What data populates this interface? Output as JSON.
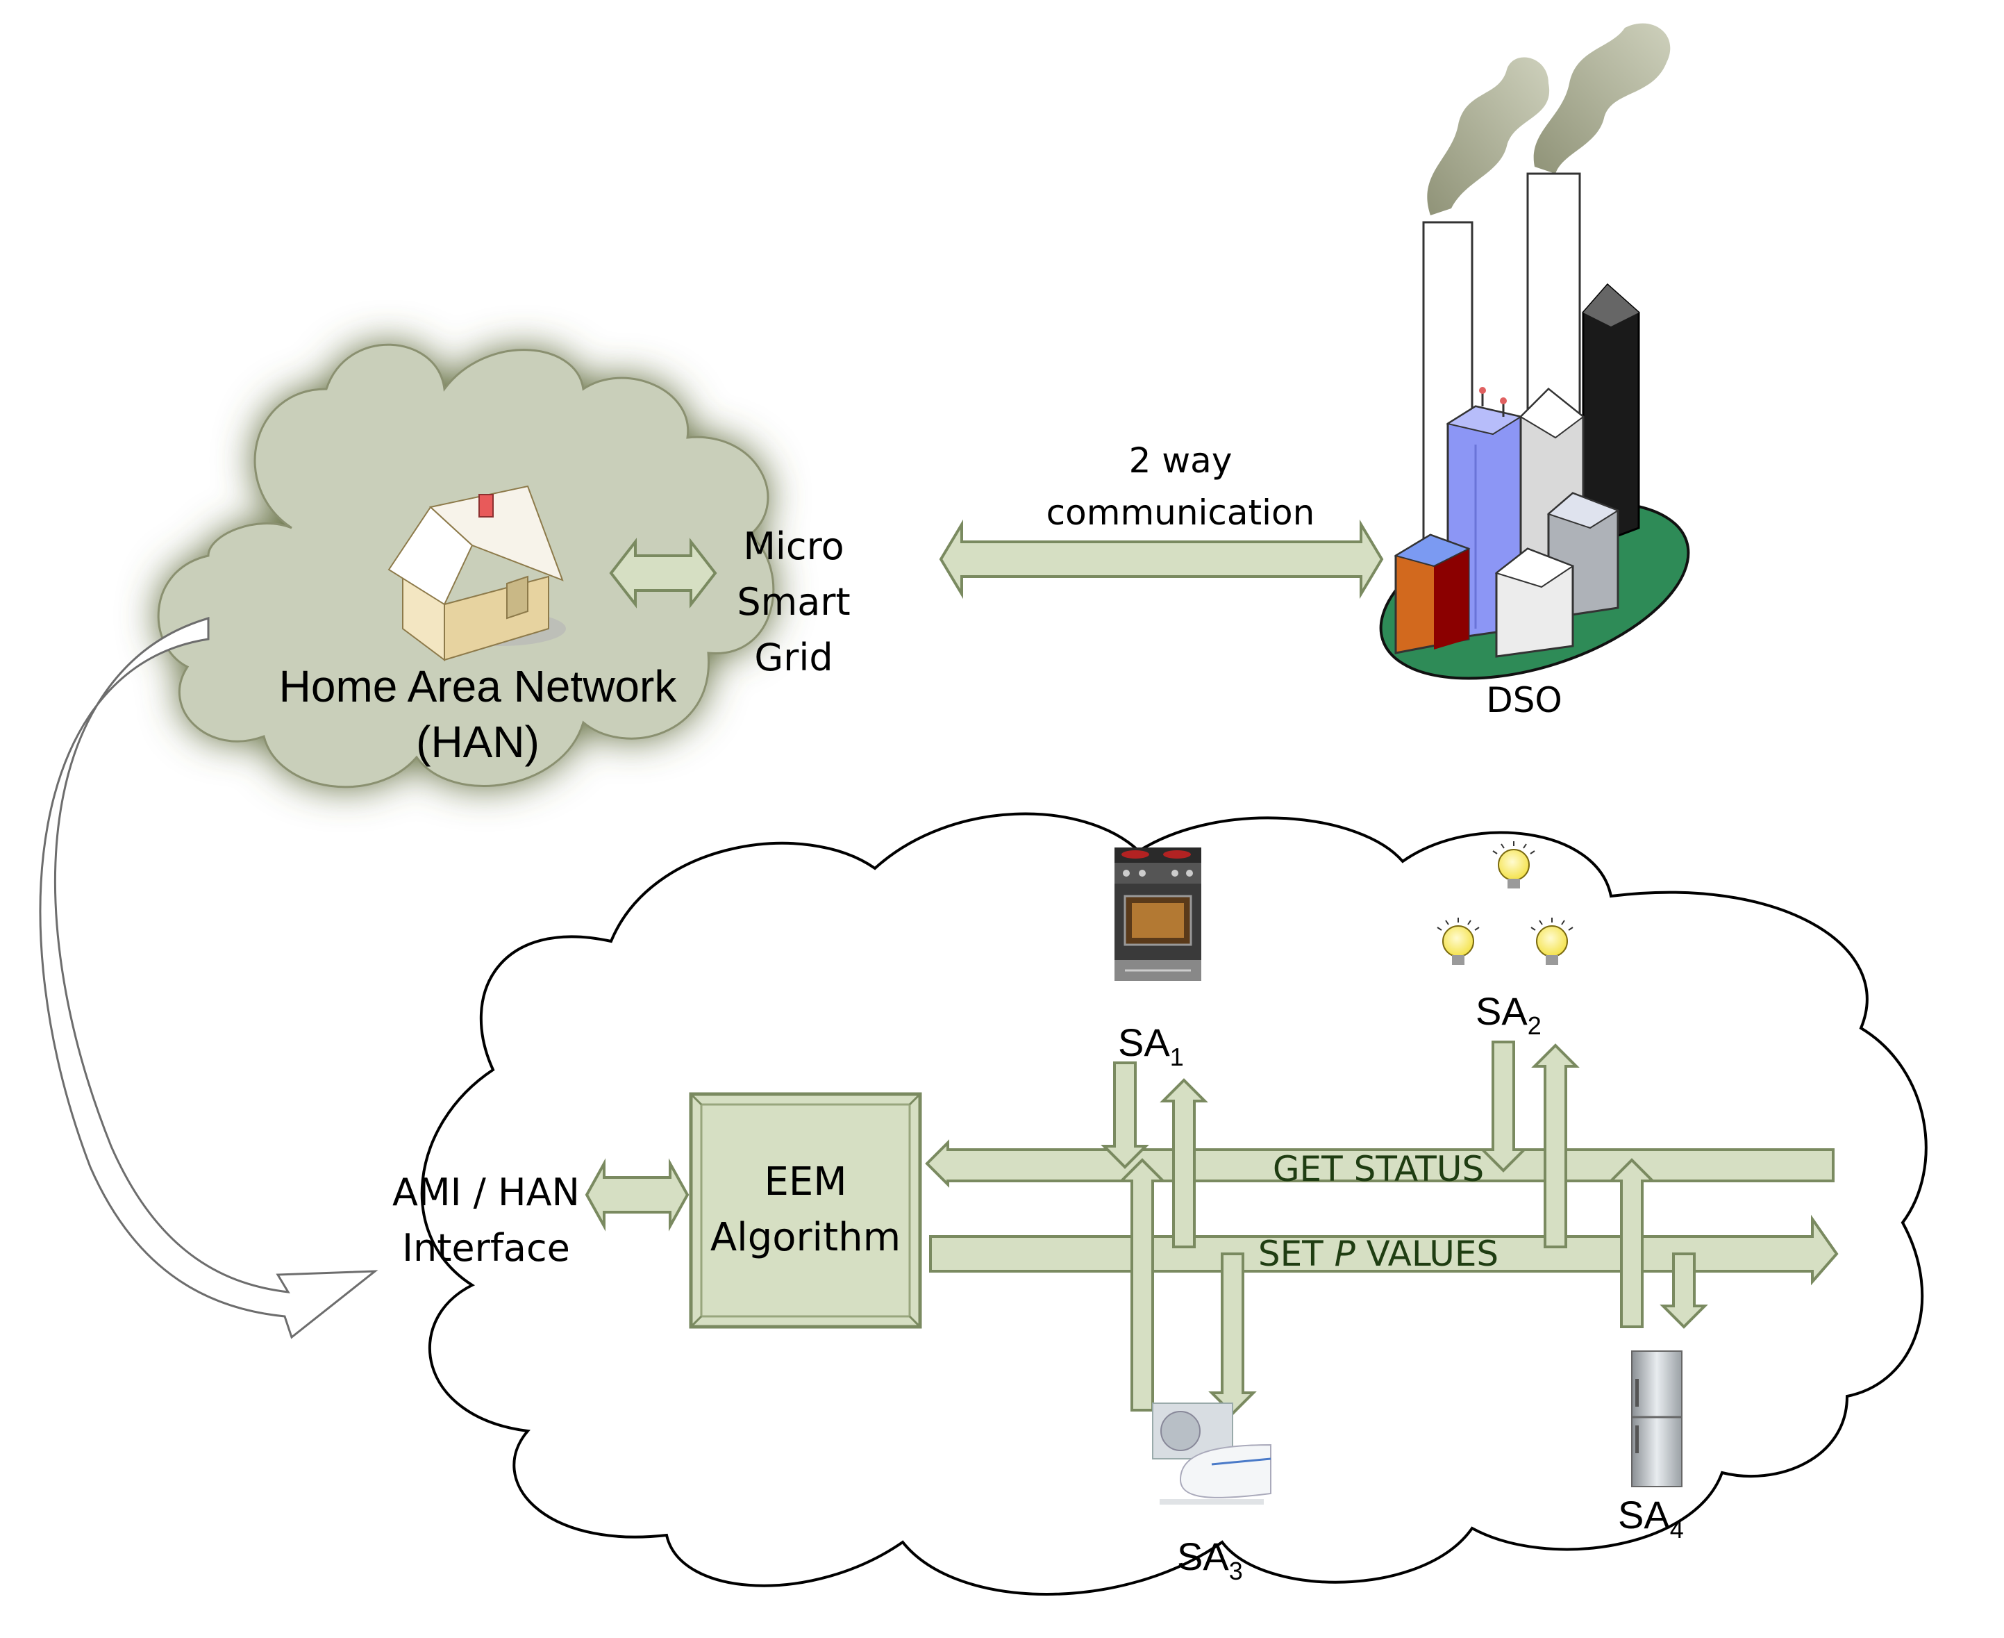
{
  "han": {
    "title_line1": "Home Area Network",
    "title_line2": "(HAN)",
    "micro_line1": "Micro",
    "micro_line2": "Smart",
    "micro_line3": "Grid"
  },
  "link": {
    "line1": "2 way",
    "line2": "communication"
  },
  "dso": {
    "label": "DSO"
  },
  "interface": {
    "line1": "AMI / HAN",
    "line2": "Interface"
  },
  "eem": {
    "line1": "EEM",
    "line2": "Algorithm"
  },
  "bus": {
    "get_status": "GET STATUS",
    "set_prefix": "SET ",
    "set_var": "P",
    "set_suffix": " VALUES"
  },
  "appliances": [
    {
      "base": "SA",
      "sub": "1",
      "icon": "electric-stove-icon"
    },
    {
      "base": "SA",
      "sub": "2",
      "icon": "light-bulbs-icon"
    },
    {
      "base": "SA",
      "sub": "3",
      "icon": "air-conditioner-icon"
    },
    {
      "base": "SA",
      "sub": "4",
      "icon": "refrigerator-icon"
    }
  ],
  "colors": {
    "arrow_fill": "#d6dfc3",
    "arrow_stroke": "#7a8a60",
    "han_cloud": "#c9cfba",
    "han_glow": "#5e6b3a",
    "dso_base": "#2e8b57"
  }
}
